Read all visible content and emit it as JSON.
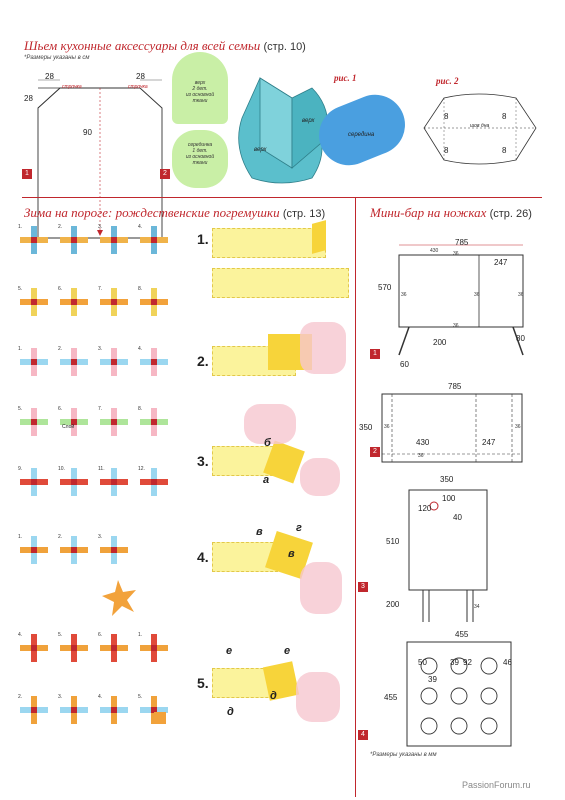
{
  "section1": {
    "title": "Шьем кухонные аксессуары для всей семьи",
    "page_ref": "(стр. 10)",
    "note": "*Размеры указаны в см",
    "dims": {
      "a": "28",
      "b": "28",
      "c": "28",
      "d": "90"
    },
    "label_stroch1": "строчка",
    "label_stroch2": "строчка",
    "pattern_top": "верх\n2 дет.\nиз основной\nткани",
    "pattern_bottom": "серединка\n1 дет.\nиз основной\nткани",
    "badge1": "1",
    "badge2": "2",
    "ris1": "рис. 1",
    "ris2": "рис. 2",
    "verh1": "верх",
    "verh2": "верх",
    "seredina": "середина",
    "shov": "шов дна",
    "eight1": "8",
    "eight2": "8",
    "eight3": "8",
    "eight4": "8"
  },
  "section2": {
    "title": "Зима на пороге: рождественские погремушки",
    "page_ref": "(стр. 13)",
    "steps": [
      "1.",
      "2.",
      "3.",
      "4.",
      "5."
    ],
    "letters": {
      "b": "б",
      "a": "а",
      "v": "в",
      "g": "г",
      "vv": "в",
      "e1": "е",
      "e2": "е",
      "d1": "д",
      "d2": "д"
    },
    "small_nums": [
      "1.",
      "2.",
      "3.",
      "4.",
      "5.",
      "6.",
      "7.",
      "8.",
      "1.",
      "2.",
      "3.",
      "4.",
      "5.",
      "6.",
      "7.",
      "8.",
      "9.",
      "10.",
      "11.",
      "12.",
      "1.",
      "2.",
      "3.",
      "4.",
      "5.",
      "6."
    ],
    "sloi": "Слой"
  },
  "section3": {
    "title": "Мини-бар на ножках",
    "page_ref": "(стр. 26)",
    "d1": {
      "w": "785",
      "inner": "430",
      "mid": "36",
      "r": "247",
      "h": "570",
      "s1": "36",
      "s2": "36",
      "s3": "36",
      "bot": "36",
      "leg": "200",
      "legw": "80",
      "foot": "60"
    },
    "d2": {
      "w": "785",
      "h": "350",
      "s": "36",
      "a": "430",
      "b": "247",
      "c": "36",
      "d": "36"
    },
    "d3": {
      "w": "350",
      "a": "100",
      "b": "120",
      "c": "40",
      "h": "510",
      "leg": "200",
      "legw": "34"
    },
    "d4": {
      "w": "455",
      "a": "50",
      "b": "39",
      "c": "92",
      "d": "46",
      "e": "39",
      "h": "455"
    },
    "badges": [
      "1",
      "2",
      "3",
      "4"
    ],
    "note": "*Размеры указаны в мм"
  },
  "watermark": "PassionForum.ru",
  "colors": {
    "accent": "#c0272d",
    "green": "#c9efa6",
    "teal": "#5bbfcc",
    "blue": "#4a9fe0",
    "yellow": "#fbf39c"
  }
}
